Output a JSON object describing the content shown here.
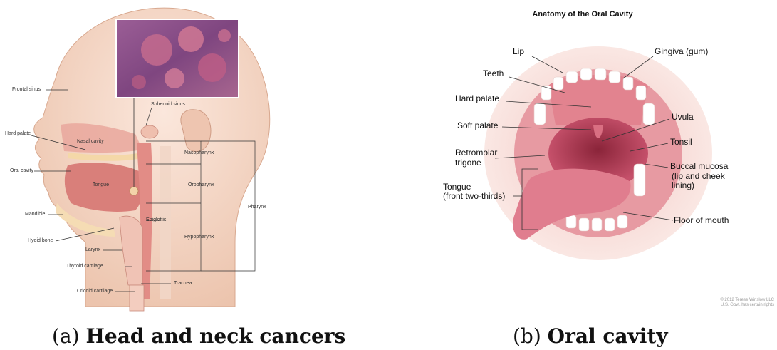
{
  "figure_a": {
    "labels": {
      "frontal_sinus": "Frontal sinus",
      "sphenoid_sinus": "Sphenoid sinus",
      "hard_palate": "Hard palate",
      "nasal_cavity": "Nasal cavity",
      "nasopharynx": "Nasopharynx",
      "oral_cavity": "Oral cavity",
      "tongue": "Tongue",
      "oropharynx": "Oropharynx",
      "pharynx": "Pharynx",
      "mandible": "Mandible",
      "epiglottis": "Epiglottis",
      "hyoid_bone": "Hyoid bone",
      "hypopharynx": "Hypopharynx",
      "larynx": "Larynx",
      "thyroid_cartilage": "Thyroid cartilage",
      "cricoid_cartilage": "Cricoid cartilage",
      "trachea": "Trachea"
    },
    "caption_prefix": "(a) ",
    "caption_bold": "Head and neck cancers"
  },
  "figure_b": {
    "title": "Anatomy of the Oral Cavity",
    "labels": {
      "lip": "Lip",
      "gingiva": "Gingiva (gum)",
      "teeth": "Teeth",
      "hard_palate": "Hard palate",
      "uvula": "Uvula",
      "soft_palate": "Soft palate",
      "tonsil": "Tonsil",
      "retromolar_1": "Retromolar",
      "retromolar_2": "trigone",
      "buccal_1": "Buccal mucosa",
      "buccal_2": "(lip and cheek",
      "buccal_3": "lining)",
      "tongue_1": "Tongue",
      "tongue_2": "(front two-thirds)",
      "floor_of_mouth": "Floor of mouth"
    },
    "credit_1": "© 2012 Terese Winslow LLC",
    "credit_2": "U.S. Govt. has certain rights",
    "caption_prefix": "(b) ",
    "caption_bold": "Oral cavity"
  },
  "colors": {
    "skin": "#f3d9c8",
    "tissue": "#e8a39a",
    "mouth": "#c4526b",
    "histology": "#8a4f86",
    "leader": "#333333"
  }
}
